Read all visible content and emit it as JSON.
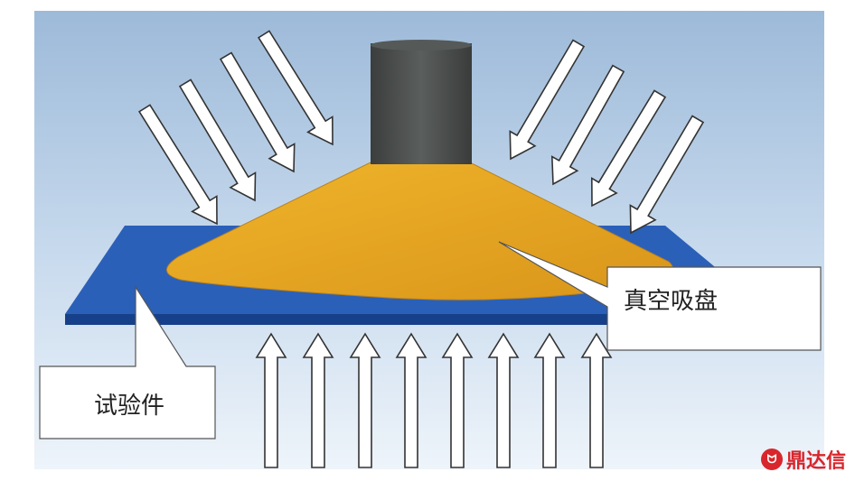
{
  "labels": {
    "suction_cup": "真空吸盘",
    "test_piece": "试验件"
  },
  "watermark": {
    "text": "鼎达信",
    "icon_glyph": "ᗢ"
  },
  "colors": {
    "background_top": "#9fbcdb",
    "background_bottom": "#e8f0f8",
    "plate": "#2a5fb8",
    "plate_edge": "#173e86",
    "cone": "#e6a521",
    "cylinder": "#4a4d4c",
    "arrow_fill": "#ffffff",
    "arrow_stroke": "#333333",
    "watermark": "#d8262c"
  },
  "icons": [
    "pressure-arrow-icon",
    "watermark-logo-icon"
  ]
}
